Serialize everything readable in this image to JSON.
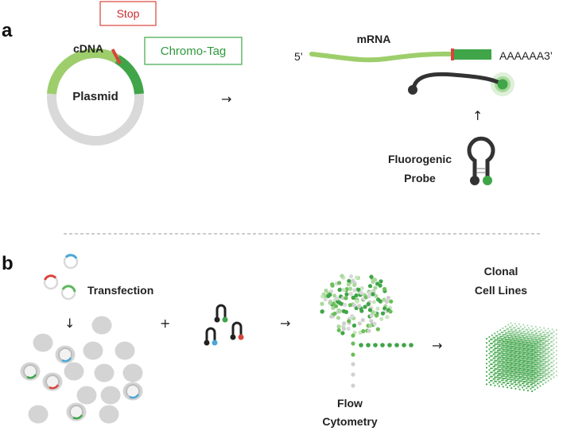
{
  "colors": {
    "light_green": "#9dce6b",
    "green": "#3fa548",
    "red": "#d9443a",
    "gray": "#d9d9d9",
    "dark": "#333333",
    "blue": "#4ba7d6"
  },
  "panel_a": {
    "label": "a",
    "stop": "Stop",
    "cdna": "cDNA",
    "chromo_tag": "Chromo-Tag",
    "plasmid": "Plasmid",
    "arrow": "→",
    "mrna": "mRNA",
    "five_prime": "5’",
    "poly_a": "AAAAAA",
    "three_prime": "3’",
    "up_arrow": "↑",
    "probe_line1": "Fluorogenic",
    "probe_line2": "Probe"
  },
  "panel_b": {
    "label": "b",
    "transfection": "Transfection",
    "down_arrow": "↓",
    "plus": "+",
    "arrow1": "→",
    "arrow2": "→",
    "flow_line1": "Flow",
    "flow_line2": "Cytometry",
    "clonal_line1": "Clonal",
    "clonal_line2": "Cell Lines"
  }
}
